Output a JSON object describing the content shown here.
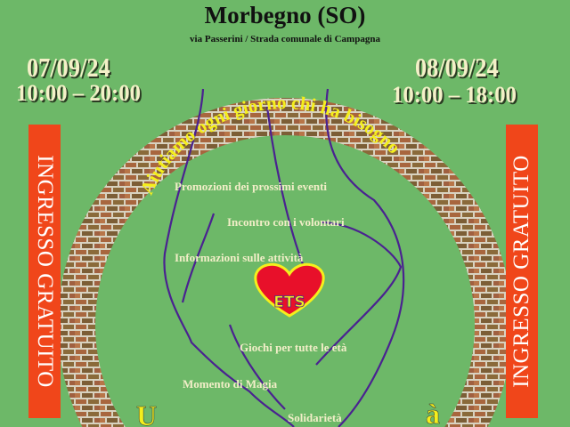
{
  "header": {
    "title": "Morbegno (SO)",
    "address": "via Passerini / Strada comunale di Campagna"
  },
  "day1": {
    "date": "07/09/24",
    "time": "10:00 – 20:00"
  },
  "day2": {
    "date": "08/09/24",
    "time": "10:00 – 18:00"
  },
  "banners": {
    "left": "INGRESSO GRATUITO",
    "right": "INGRESSO GRATUITO"
  },
  "arc_text": "Aiutiamo ogni giorno chi ha bisogno",
  "logo_text": "ETS",
  "activities": [
    "Promozioni dei prossimi eventi",
    "Incontro con i volontari",
    "Informazioni sulle attività",
    "Giochi per tutte le età",
    "Momento di Magia",
    "Solidarietà"
  ],
  "bottom_arc": {
    "left_letter": "U",
    "right_letter": "à"
  },
  "colors": {
    "background": "#6db868",
    "banner": "#f0461a",
    "arc_text": "#f5ef1c",
    "hands": "#4a2290"
  }
}
